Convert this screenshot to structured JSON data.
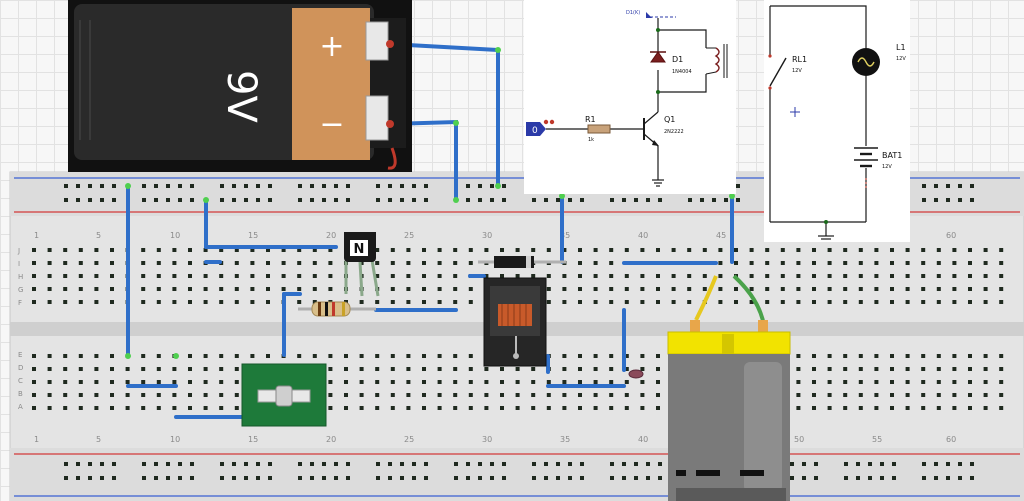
{
  "battery": {
    "voltage_label": "9V",
    "plus_sign": "+",
    "minus_sign": "−"
  },
  "transistor_chip": {
    "label": "N"
  },
  "breadboard": {
    "column_numbers": [
      "1",
      "5",
      "10",
      "15",
      "20",
      "25",
      "30",
      "35",
      "40",
      "45",
      "50",
      "55",
      "60"
    ],
    "row_letters_top": [
      "J",
      "I",
      "H",
      "G",
      "F"
    ],
    "row_letters_bottom": [
      "E",
      "D",
      "C",
      "B",
      "A"
    ]
  },
  "schematic_left": {
    "input_label": "0",
    "d1_net_label": "D1(K)",
    "d1_ref": "D1",
    "d1_value": "1N4004",
    "r1_ref": "R1",
    "r1_value": "1k",
    "q1_ref": "Q1",
    "q1_value": "2N2222"
  },
  "schematic_right": {
    "rl1_ref": "RL1",
    "rl1_value": "12V",
    "l1_ref": "L1",
    "l1_value": "12V",
    "bat1_ref": "BAT1",
    "bat1_value": "12V"
  },
  "colors": {
    "wire": "#2f6fc9",
    "wire_yellow": "#e6c81f",
    "wire_green": "#4aa24a",
    "battery_copper": "#d0935a",
    "battery_body": "#2a2a2a",
    "rail_red": "#d23a3a",
    "rail_blue": "#3a5fd2",
    "hole": "#1f2a1f",
    "hole_green": "#4fcf4f",
    "motor_yellow": "#f2e300",
    "motor_gray": "#7a7a7a"
  }
}
